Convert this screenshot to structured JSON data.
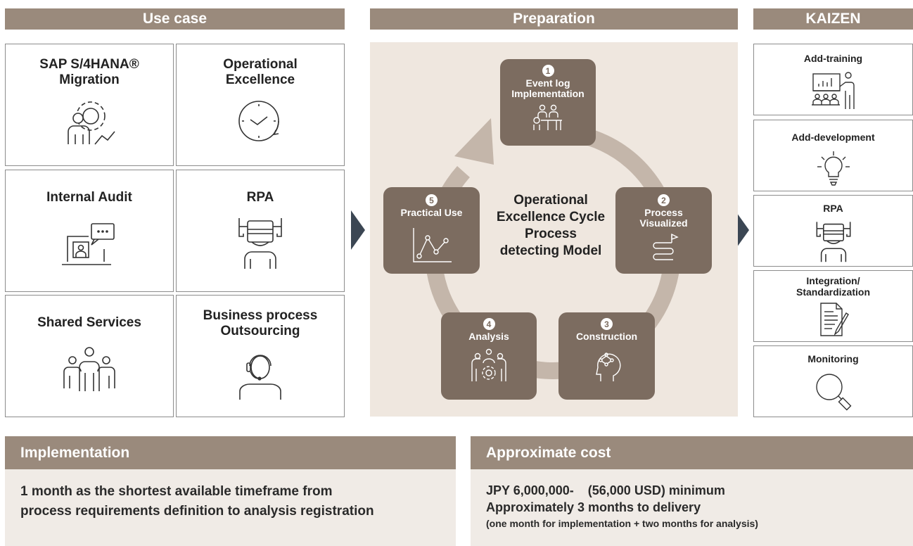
{
  "headers": {
    "use_case": "Use case",
    "preparation": "Preparation",
    "kaizen": "KAIZEN"
  },
  "use_cases": [
    {
      "title": "SAP S/4HANA® Migration",
      "icon": "person-gear-icon"
    },
    {
      "title": "Operational Excellence",
      "icon": "clock-cycle-icon"
    },
    {
      "title": "Internal Audit",
      "icon": "laptop-chat-icon"
    },
    {
      "title": "RPA",
      "icon": "robot-icon"
    },
    {
      "title": "Shared Services",
      "icon": "team-icon"
    },
    {
      "title": "Business process Outsourcing",
      "icon": "headset-operator-icon"
    }
  ],
  "cycle": {
    "center": "Operational\nExcellence Cycle\nProcess\ndetecting Model",
    "steps": [
      {
        "num": "1",
        "label": "Event log\nImplementation",
        "icon": "meeting-icon"
      },
      {
        "num": "2",
        "label": "Process\nVisualized",
        "icon": "path-flag-icon"
      },
      {
        "num": "3",
        "label": "Construction",
        "icon": "head-network-icon"
      },
      {
        "num": "4",
        "label": "Analysis",
        "icon": "team-gear-icon"
      },
      {
        "num": "5",
        "label": "Practical Use",
        "icon": "line-chart-icon"
      }
    ]
  },
  "kaizen": [
    {
      "title": "Add-training",
      "icon": "presentation-icon"
    },
    {
      "title": "Add-development",
      "icon": "lightbulb-icon"
    },
    {
      "title": "RPA",
      "icon": "robot-icon"
    },
    {
      "title": "Integration/\nStandardization",
      "icon": "document-pen-icon"
    },
    {
      "title": "Monitoring",
      "icon": "magnifier-icon"
    }
  ],
  "implementation": {
    "title": "Implementation",
    "line1": "1 month as the shortest available timeframe from",
    "line2": "process requirements definition to analysis registration"
  },
  "cost": {
    "title": "Approximate cost",
    "line1": "JPY 6,000,000-    (56,000 USD) minimum",
    "line2": "Approximately 3 months to delivery",
    "line3": "(one month for implementation + two months for analysis)"
  },
  "colors": {
    "header": "#9a8a7c",
    "step": "#7c6c60",
    "panel": "#efe7df",
    "arrow": "#c4b6aa",
    "chevron": "#3b4653"
  }
}
